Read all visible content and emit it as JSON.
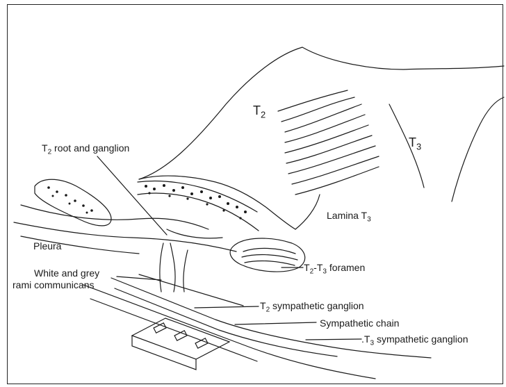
{
  "labels": {
    "t2_vertebra": {
      "main": "T",
      "sub": "2"
    },
    "t3_vertebra": {
      "main": "T",
      "sub": "3"
    },
    "t2_root": {
      "pre": "T",
      "sub": "2",
      "post": " root and ganglion"
    },
    "lamina": {
      "pre": "Lamina T",
      "sub": "3"
    },
    "pleura": "Pleura",
    "rami_line1": "White and grey",
    "rami_line2": "rami communicans",
    "foramen": {
      "pre": "T",
      "sub1": "2",
      "mid": "-T",
      "sub2": "3",
      "post": " foramen"
    },
    "t2_ganglion": {
      "pre": "T",
      "sub": "2",
      "post": " sympathetic ganglion"
    },
    "chain": "Sympathetic chain",
    "t3_ganglion": {
      "pre": ".T",
      "sub": "3",
      "post": " sympathetic ganglion"
    }
  },
  "colors": {
    "ink": "#1a1a1a",
    "background": "#ffffff",
    "frame": "#222222"
  }
}
